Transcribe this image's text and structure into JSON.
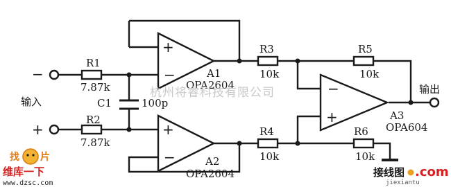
{
  "top_text": "",
  "input_label": "输入",
  "output_label": "输出",
  "input_neg_sign": "−",
  "input_pos_sign": "+",
  "watermark": "杭州将睿科技有限公司",
  "components": {
    "r1": {
      "name": "R1",
      "value": "7.87k"
    },
    "r2": {
      "name": "R2",
      "value": "7.87k"
    },
    "r3": {
      "name": "R3",
      "value": "10k"
    },
    "r4": {
      "name": "R4",
      "value": "10k"
    },
    "r5": {
      "name": "R5",
      "value": "10k"
    },
    "r6": {
      "name": "R6",
      "value": "10k"
    },
    "c1": {
      "name": "C1",
      "value": "100p"
    }
  },
  "opamps": {
    "a1": {
      "name": "A1",
      "model": "OPA2604",
      "plus": "+",
      "minus": "−"
    },
    "a2": {
      "name": "A2",
      "model": "OPA2604",
      "plus": "+",
      "minus": "−"
    },
    "a3": {
      "name": "A3",
      "model": "OPA604",
      "plus": "+",
      "minus": "−"
    }
  },
  "logo_left": {
    "line1": "找",
    "line1b": "片",
    "line2": "维库一下",
    "url": "www.dzsc.com"
  },
  "logo_right": {
    "brand": "接线图",
    "com": ".com",
    "url": "jiexiantu"
  }
}
